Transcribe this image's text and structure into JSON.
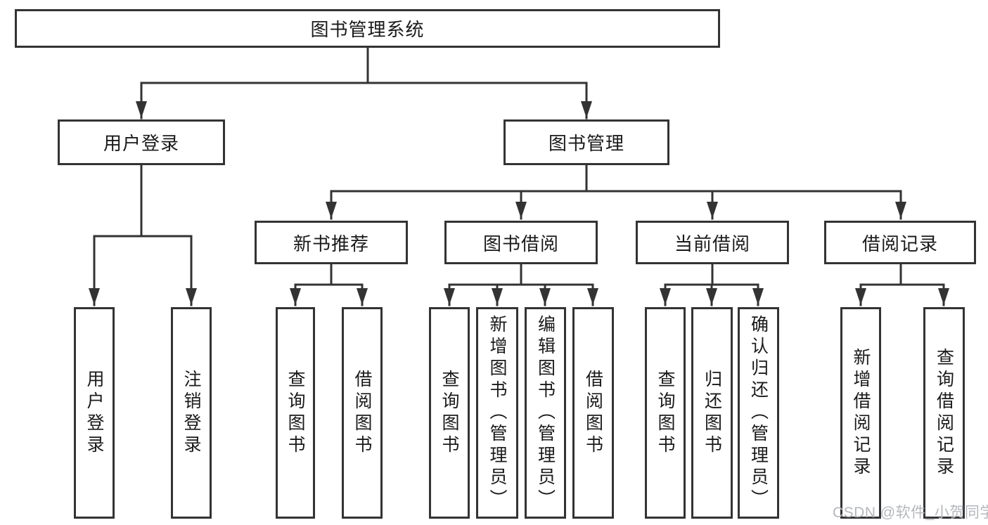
{
  "diagram": {
    "title": "图书管理系统",
    "tree": {
      "label": "图书管理系统",
      "children": [
        {
          "label": "用户登录",
          "children": [
            {
              "label": "用户登录"
            },
            {
              "label": "注销登录"
            }
          ]
        },
        {
          "label": "图书管理",
          "children": [
            {
              "label": "新书推荐",
              "children": [
                {
                  "label": "查询图书"
                },
                {
                  "label": "借阅图书"
                }
              ]
            },
            {
              "label": "图书借阅",
              "children": [
                {
                  "label": "查询图书"
                },
                {
                  "label": "新增图书（管理员）"
                },
                {
                  "label": "编辑图书（管理员）"
                },
                {
                  "label": "借阅图书"
                }
              ]
            },
            {
              "label": "当前借阅",
              "children": [
                {
                  "label": "查询图书"
                },
                {
                  "label": "归还图书"
                },
                {
                  "label": "确认归还（管理员）"
                }
              ]
            },
            {
              "label": "借阅记录",
              "children": [
                {
                  "label": "新增借阅记录"
                },
                {
                  "label": "查询借阅记录"
                }
              ]
            }
          ]
        }
      ]
    },
    "colors": {
      "line": "#333333",
      "box_border": "#333333",
      "box_fill": "#ffffff",
      "text": "#1a1a1a",
      "watermark": "#b4b7bc",
      "background": "#ffffff"
    }
  },
  "watermark": {
    "text": "CSDN @软件_小贺同学"
  }
}
